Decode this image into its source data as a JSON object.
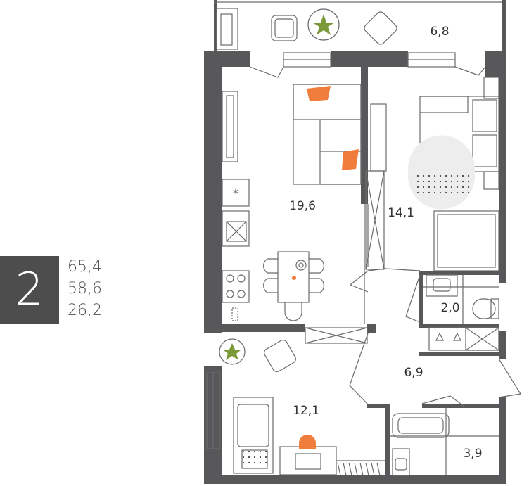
{
  "apartment": {
    "rooms": "2",
    "total_area": "65,4",
    "living_area": "58,6",
    "kitchen_area": "26,2"
  },
  "rooms": {
    "balcony": "6,8",
    "kitchen_living": "19,6",
    "bedroom": "14,1",
    "bedroom2": "12,1",
    "hall": "6,9",
    "toilet": "2,0",
    "bathroom": "3,9"
  },
  "colors": {
    "wall": "#58585a",
    "line": "#6b6b6b",
    "accent": "#f07d3c",
    "plant": "#7a9a3a",
    "badge": "#4d4d4d"
  }
}
